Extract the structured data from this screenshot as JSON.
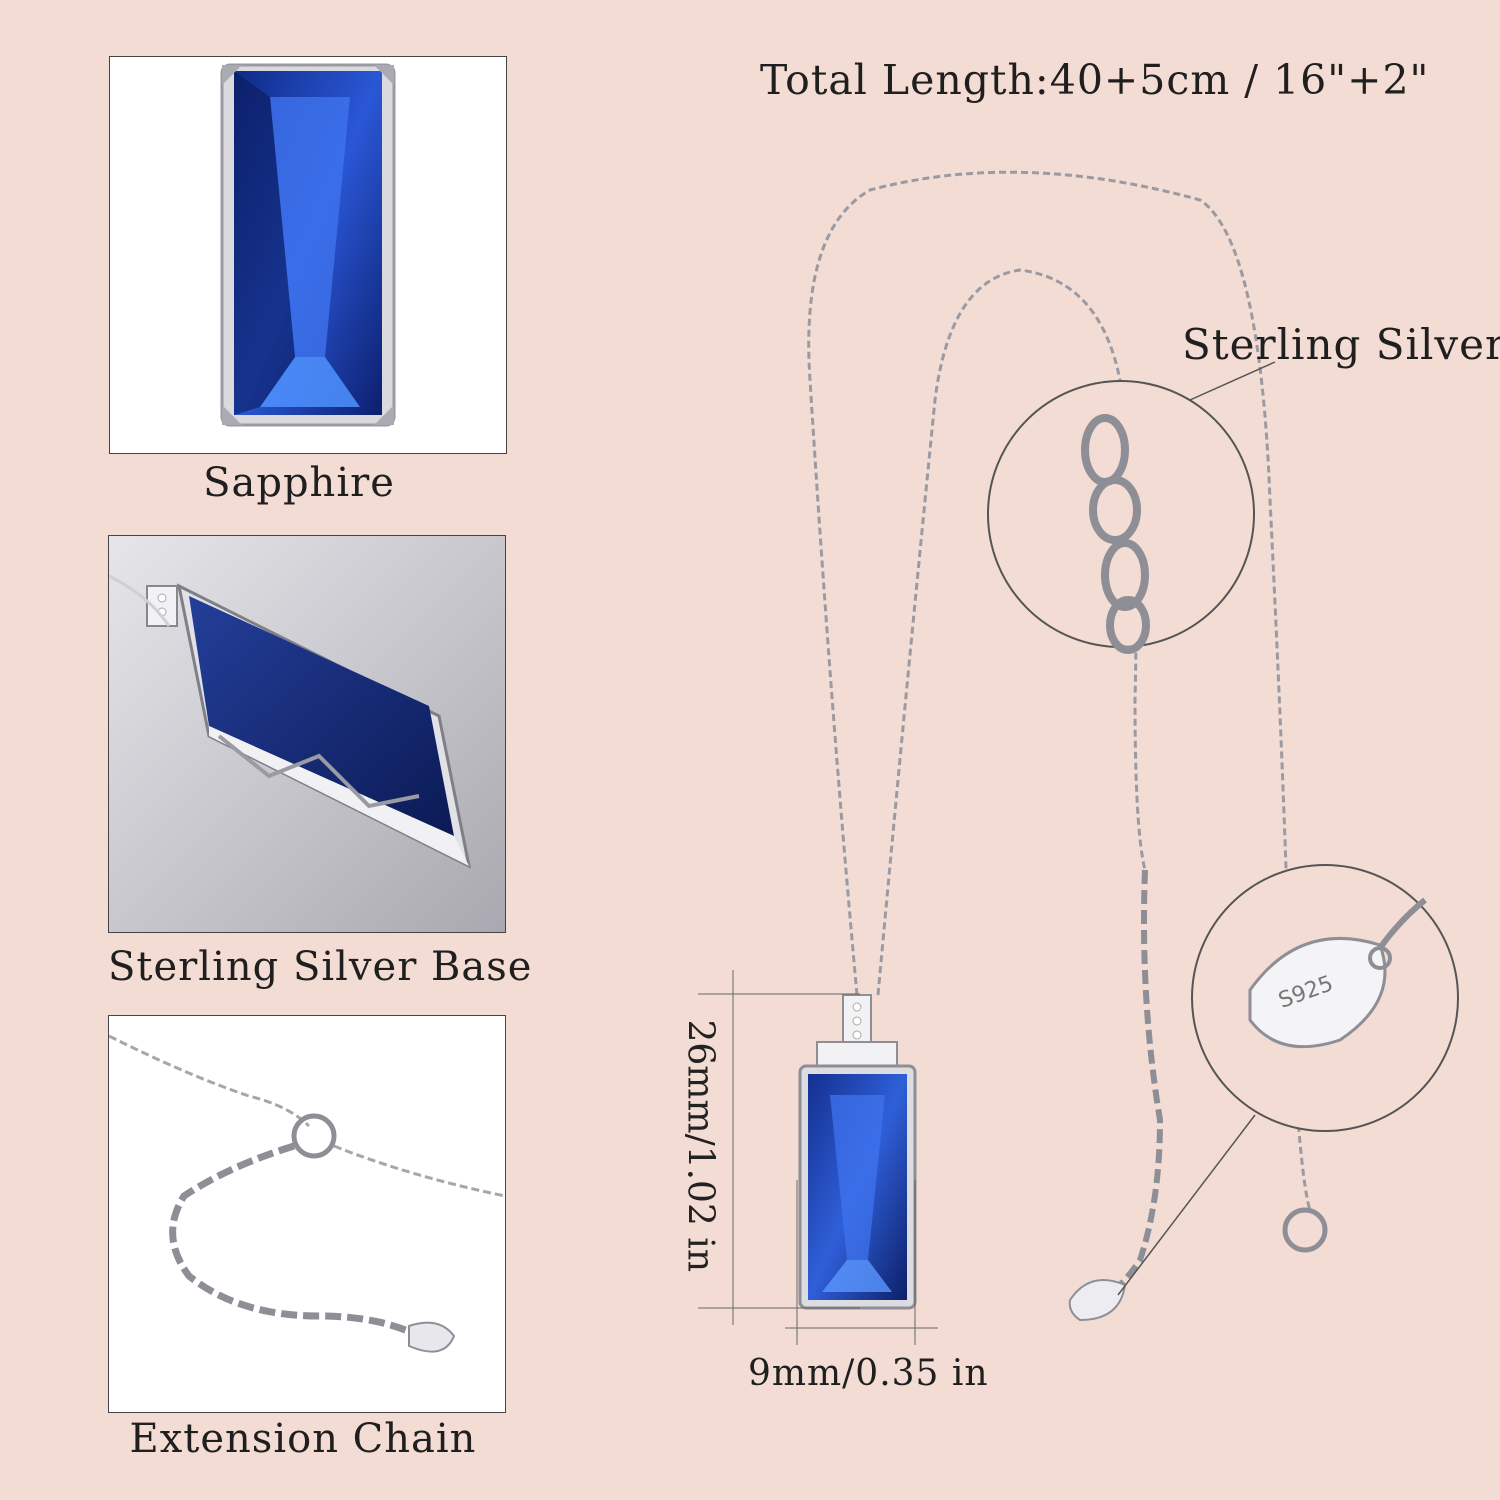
{
  "colors": {
    "background": "#f3dcd3",
    "sapphire": "#1a3a9e",
    "silver": "#c9c9cf"
  },
  "total_length": "Total Length:40+5cm / 16\"+2\"",
  "callouts": {
    "chain_material": "Sterling Silver",
    "height": "26mm/1.02 in",
    "width": "9mm/0.35 in"
  },
  "tag_stamp": "S925",
  "panels": [
    {
      "caption": "Sapphire"
    },
    {
      "caption": "Sterling Silver Base"
    },
    {
      "caption": "Extension Chain"
    }
  ]
}
